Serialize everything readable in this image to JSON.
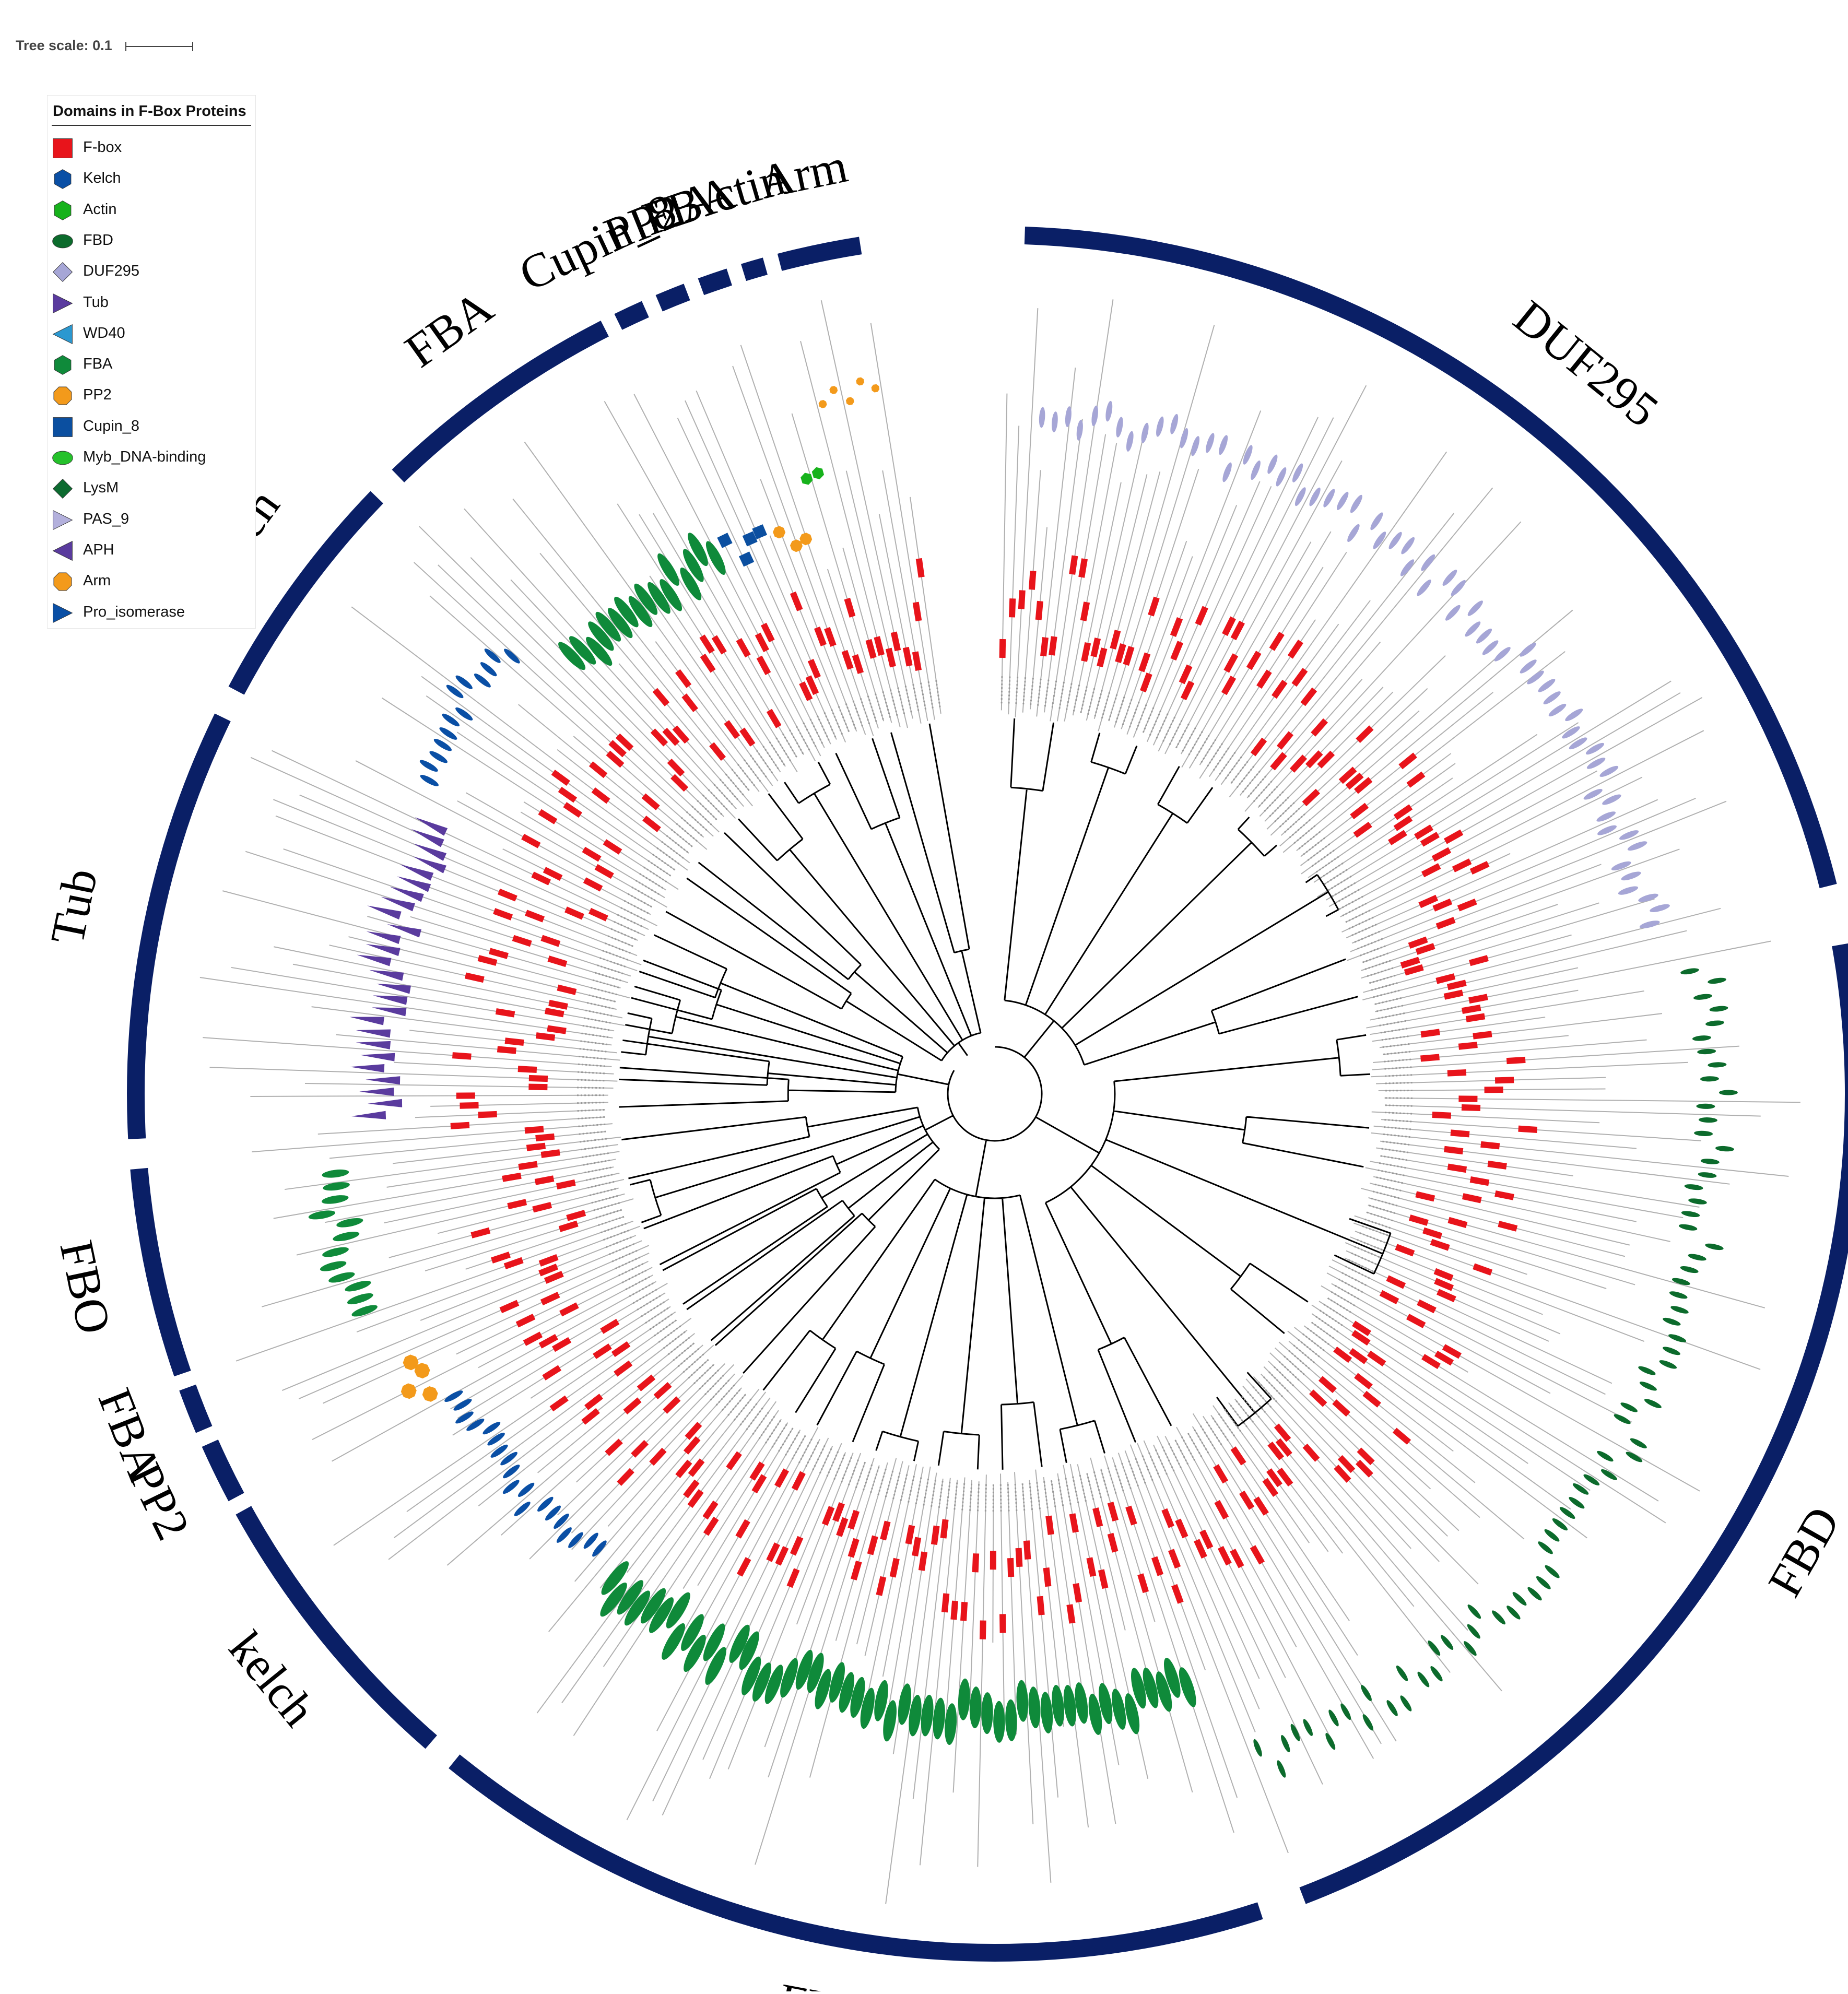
{
  "tree_scale": {
    "label": "Tree scale: 0.1"
  },
  "legend": {
    "title": "Domains in F-Box Proteins",
    "items": [
      {
        "label": "F-box",
        "shape": "square",
        "color": "#e8141b"
      },
      {
        "label": "Kelch",
        "shape": "hexagon",
        "color": "#0a4fa5"
      },
      {
        "label": "Actin",
        "shape": "hexagon",
        "color": "#17b21c"
      },
      {
        "label": "FBD",
        "shape": "ellipse",
        "color": "#0c6b2c"
      },
      {
        "label": "DUF295",
        "shape": "diamond",
        "color": "#a6a6d6"
      },
      {
        "label": "Tub",
        "shape": "triangle-right",
        "color": "#5a3b9e"
      },
      {
        "label": "WD40",
        "shape": "triangle-left",
        "color": "#2b98d0"
      },
      {
        "label": "FBA",
        "shape": "hexagon",
        "color": "#0f8a3a"
      },
      {
        "label": "PP2",
        "shape": "octagon",
        "color": "#f39a1b"
      },
      {
        "label": "Cupin_8",
        "shape": "square",
        "color": "#0b4fa0"
      },
      {
        "label": "Myb_DNA-binding",
        "shape": "ellipse",
        "color": "#25c12b"
      },
      {
        "label": "LysM",
        "shape": "diamond",
        "color": "#0d6b30"
      },
      {
        "label": "PAS_9",
        "shape": "triangle-right",
        "color": "#b3b0dc"
      },
      {
        "label": "APH",
        "shape": "triangle-left",
        "color": "#5a3b9e"
      },
      {
        "label": "Arm",
        "shape": "octagon",
        "color": "#f39a1b"
      },
      {
        "label": "Pro_isomerase",
        "shape": "triangle-right",
        "color": "#0a4fa5"
      }
    ]
  },
  "clades": [
    {
      "label": "DUF295",
      "start_deg": 2,
      "end_deg": 76
    },
    {
      "label": "FBD",
      "start_deg": 80,
      "end_deg": 159
    },
    {
      "label": "FBA",
      "start_deg": 162,
      "end_deg": 219
    },
    {
      "label": "kelch",
      "start_deg": 221,
      "end_deg": 241
    },
    {
      "label": "PP2",
      "start_deg": 242,
      "end_deg": 246
    },
    {
      "label": "FBA",
      "start_deg": 247,
      "end_deg": 250
    },
    {
      "label": "FBO",
      "start_deg": 251,
      "end_deg": 265
    },
    {
      "label": "Tub",
      "start_deg": 267,
      "end_deg": 296
    },
    {
      "label": "Kelch",
      "start_deg": 298,
      "end_deg": 314
    },
    {
      "label": "FBA",
      "start_deg": 316,
      "end_deg": 333
    },
    {
      "label": "Cupin_8",
      "start_deg": 334,
      "end_deg": 336
    },
    {
      "label": "PP2",
      "start_deg": 337,
      "end_deg": 339
    },
    {
      "label": "FBA",
      "start_deg": 340,
      "end_deg": 342
    },
    {
      "label": "Actin",
      "start_deg": 343,
      "end_deg": 344.5
    },
    {
      "label": "Arm",
      "start_deg": 345.5,
      "end_deg": 351
    }
  ],
  "tracks": {
    "fbox_color": "#e8141b",
    "leaf_color": "#b0b0b0",
    "ring_color": "#0a1f66"
  }
}
